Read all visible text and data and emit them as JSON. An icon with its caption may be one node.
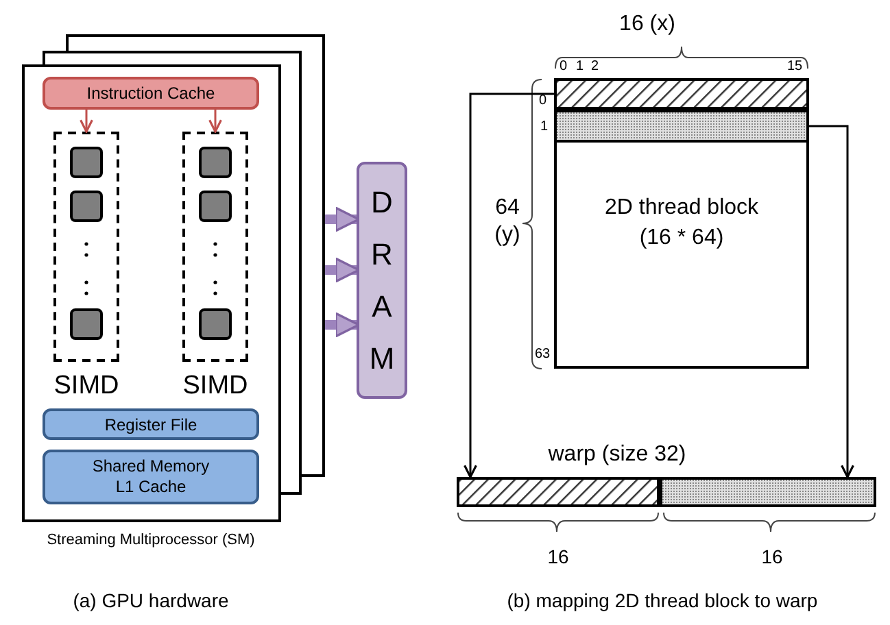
{
  "diagram": {
    "nodes": [
      {
        "text": [],
        "shape": "box",
        "beside": [
          "Streaming Multiprocessor (SM)"
        ]
      },
      {
        "text": [
          "Instruction Cache"
        ],
        "in": 0
      },
      {
        "text": [],
        "shape": "box",
        "in": 0
      },
      {
        "text": [],
        "shape": "box",
        "in": 2
      },
      {
        "text": [],
        "shape": "box",
        "in": 2
      },
      {
        "text": [],
        "shape": "box",
        "in": 2
      },
      {
        "text": [],
        "shape": "box",
        "in": 0
      },
      {
        "text": [],
        "shape": "box",
        "in": 6
      },
      {
        "text": [],
        "shape": "box",
        "in": 6
      },
      {
        "text": [],
        "shape": "box",
        "in": 6
      },
      {
        "text": [
          "Register File"
        ],
        "in": 0
      },
      {
        "text": [
          "Shared Memory L1 Cache"
        ],
        "in": 0
      },
      {
        "text": [
          "DRAM"
        ]
      },
      {
        "text": [
          "2D thread block (16 * 64)"
        ]
      },
      {
        "text": [],
        "shape": "bar",
        "in": 13
      },
      {
        "text": [],
        "shape": "bar",
        "in": 13
      },
      {
        "text": [],
        "shape": "bar"
      },
      {
        "text": [],
        "shape": "bar"
      }
    ],
    "edges": [
      {
        "from": 1,
        "to": 2,
        "arrow": "to",
        "color": "#c0504d"
      },
      {
        "from": 1,
        "to": 6,
        "arrow": "to",
        "color": "#c0504d"
      },
      {
        "from": 0,
        "to": 12,
        "arrow": "to",
        "style": "thick",
        "color": "#8064a2"
      },
      {
        "from": 0,
        "to": 12,
        "arrow": "to",
        "style": "thick",
        "color": "#8064a2"
      },
      {
        "from": 0,
        "to": 12,
        "arrow": "to",
        "style": "thick",
        "color": "#8064a2"
      },
      {
        "from": 14,
        "to": 16,
        "arrow": "to",
        "color": "#000000"
      },
      {
        "from": 15,
        "to": 17,
        "arrow": "to",
        "color": "#000000"
      }
    ],
    "labels": [
      "SIMD",
      "SIMD",
      "16 (x)",
      "0",
      "1",
      "2",
      "15",
      "0",
      "1",
      "64 (y)",
      "63",
      "warp (size 32)",
      "16",
      "16",
      "(a) GPU hardware",
      "(b) mapping 2D thread block to warp"
    ]
  }
}
